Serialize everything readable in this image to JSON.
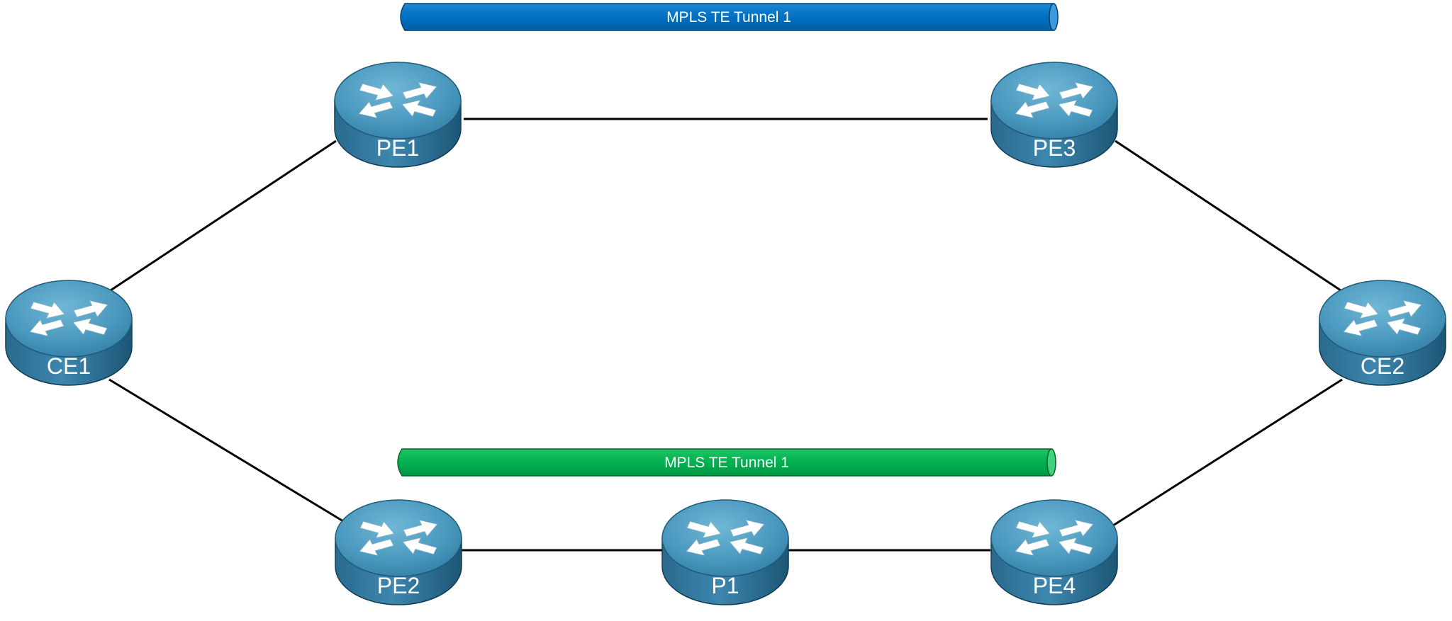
{
  "tunnels": {
    "top": {
      "label": "MPLS TE Tunnel 1",
      "color": "#0070C0"
    },
    "bottom": {
      "label": "MPLS TE Tunnel 1",
      "color": "#00B050"
    }
  },
  "routers": {
    "ce1": {
      "label": "CE1"
    },
    "ce2": {
      "label": "CE2"
    },
    "pe1": {
      "label": "PE1"
    },
    "pe2": {
      "label": "PE2"
    },
    "pe3": {
      "label": "PE3"
    },
    "pe4": {
      "label": "PE4"
    },
    "p1": {
      "label": "P1"
    }
  },
  "links": [
    [
      "ce1",
      "pe1"
    ],
    [
      "pe1",
      "pe3"
    ],
    [
      "pe3",
      "ce2"
    ],
    [
      "ce1",
      "pe2"
    ],
    [
      "pe2",
      "p1"
    ],
    [
      "p1",
      "pe4"
    ],
    [
      "pe4",
      "ce2"
    ]
  ],
  "colors": {
    "router_top": "#4E9CC0",
    "router_side": "#1F5C7E",
    "arrow": "#FFFFFF",
    "link": "#000000"
  }
}
